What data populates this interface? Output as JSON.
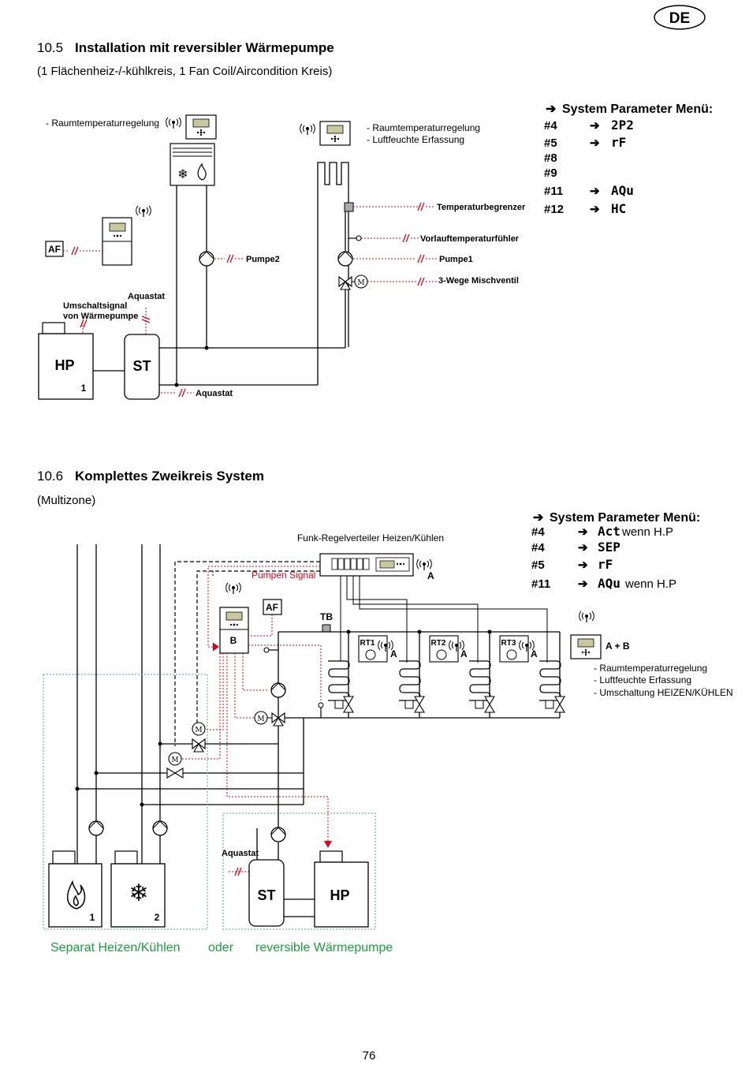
{
  "header": {
    "lang_badge": "DE",
    "page_number": "76"
  },
  "section1": {
    "number": "10.5",
    "title": "Installation mit reversibler Wärmepumpe",
    "subtitle": "(1 Flächenheiz-/-kühlkreis, 1 Fan Coil/Aircondition Kreis)",
    "labels": {
      "raumtemp_left": "- Raumtemperaturregelung",
      "raumtemp_right": "- Raumtemperaturregelung",
      "luftfeuchte": "- Luftfeuchte Erfassung",
      "temperaturbegrenzer": "Temperaturbegrenzer",
      "vorlauf": "Vorlauftemperaturfühler",
      "pumpe1": "Pumpe1",
      "pumpe2": "Pumpe2",
      "mischventil": "3-Wege Mischventil",
      "aquastat_top": "Aquastat",
      "aquastat_bottom": "Aquastat",
      "umschalt_1": "Umschaltsignal",
      "umschalt_2": "von Wärmepumpe",
      "af": "AF",
      "hp": "HP",
      "st": "ST",
      "hp_num": "1"
    },
    "menu": {
      "title": "System Parameter Menü:",
      "rows": [
        {
          "param": "#4",
          "value": "2P2"
        },
        {
          "param": "#5",
          "value": "rF"
        },
        {
          "param": "#8",
          "value": ""
        },
        {
          "param": "#9",
          "value": ""
        },
        {
          "param": "#11",
          "value": "AQu"
        },
        {
          "param": "#12",
          "value": "HC"
        }
      ]
    }
  },
  "section2": {
    "number": "10.6",
    "title": "Komplettes Zweikreis System",
    "subtitle": "(Multizone)",
    "labels": {
      "funk": "Funk-Regelverteiler Heizen/Kühlen",
      "pumpen_signal": "Pumpen Signal",
      "a_top": "A",
      "af": "AF",
      "tb": "TB",
      "b": "B",
      "rt1": "RT1",
      "rt2": "RT2",
      "rt3": "RT3",
      "a1": "A",
      "a2": "A",
      "a3": "A",
      "ab": "A + B",
      "info_1": "- Raumtemperaturregelung",
      "info_2": "- Luftfeuchte Erfassung",
      "info_3": "- Umschaltung HEIZEN/KÜHLEN",
      "m_upper": "M",
      "m_left": "M",
      "m_lower": "M",
      "aquastat": "Aquastat",
      "st": "ST",
      "hp": "HP",
      "boiler_num": "1",
      "cooler_num": "2",
      "legend_separat": "Separat Heizen/Kühlen",
      "legend_oder": "oder",
      "legend_reversibel": "reversible Wärmepumpe"
    },
    "menu": {
      "title": "System Parameter Menü:",
      "rows": [
        {
          "param": "#4",
          "value": "Act",
          "suffix": "wenn H.P"
        },
        {
          "param": "#4",
          "value": "SEP",
          "suffix": ""
        },
        {
          "param": "#5",
          "value": "rF",
          "suffix": ""
        },
        {
          "param": "#11",
          "value": "AQu",
          "suffix": "wenn H.P"
        }
      ]
    }
  },
  "colors": {
    "accent_red": "#e0001a",
    "legend_green": "#1a9e3a",
    "dotted_green": "#3cb371",
    "lcd": "#c8c8a0"
  }
}
